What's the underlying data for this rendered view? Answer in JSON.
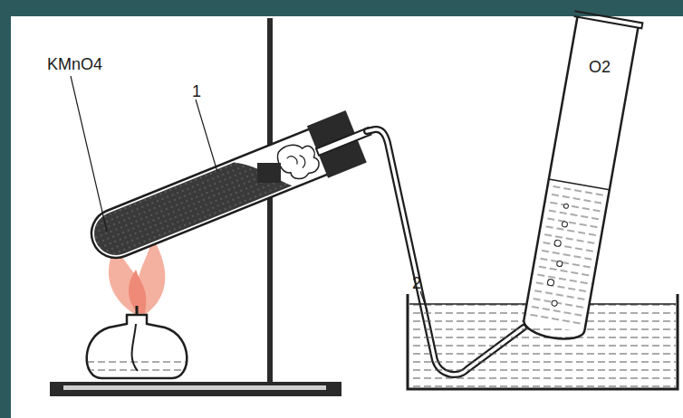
{
  "diagram": {
    "labels": [
      "1",
      "KMnO4",
      "O2",
      "2"
    ]
  }
}
